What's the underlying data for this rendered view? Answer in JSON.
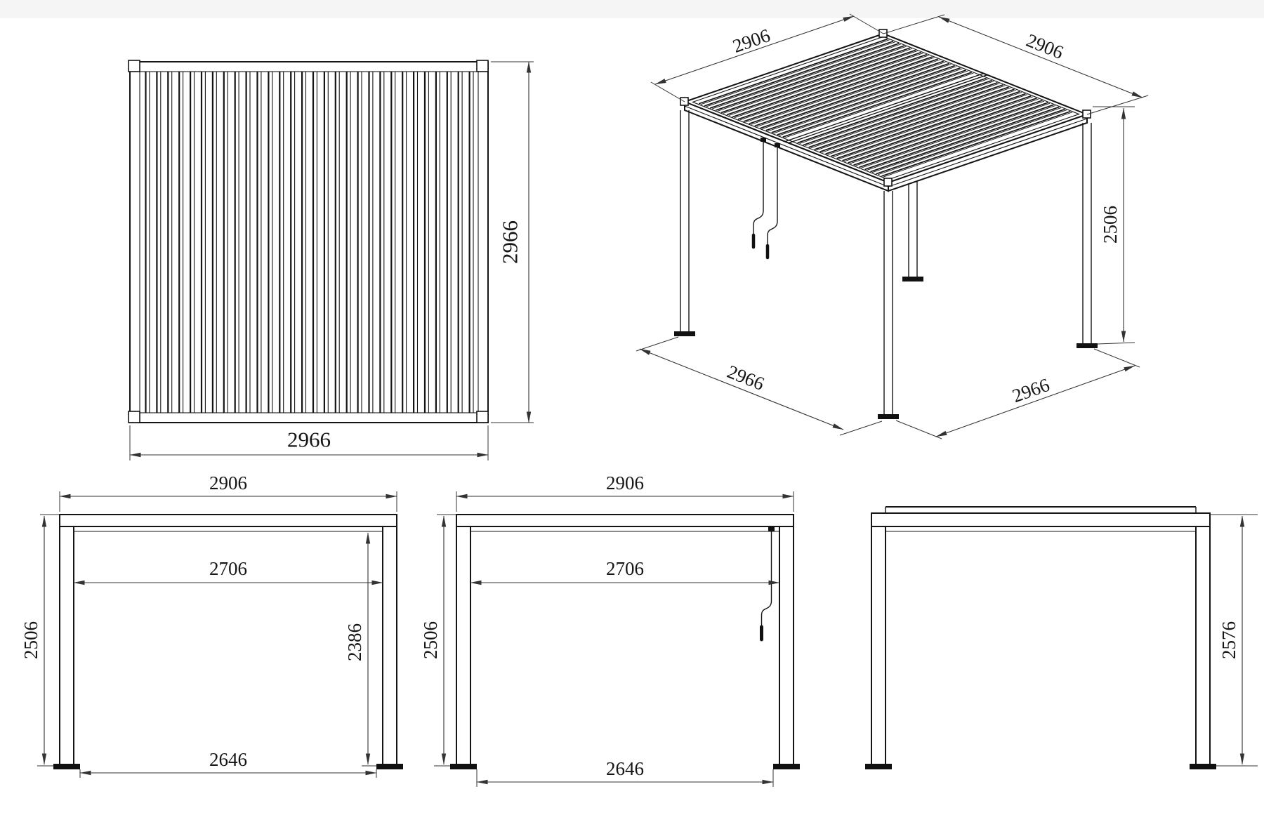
{
  "page": {
    "background": "#ffffff",
    "line_color": "#141414",
    "dim_color": "#333333"
  },
  "drawing": {
    "top_view": {
      "width": "2966",
      "depth": "2966"
    },
    "isometric_view": {
      "roof_edge_left": "2906",
      "roof_edge_right": "2906",
      "post_height": "2506",
      "base_edge_left": "2966",
      "base_edge_right": "2966"
    },
    "front_elevation": {
      "overall_width": "2906",
      "clear_width": "2706",
      "post_height": "2506",
      "clear_height": "2386",
      "base_width": "2646"
    },
    "side_elevation": {
      "overall_width": "2906",
      "clear_width": "2706",
      "post_height": "2506",
      "base_width": "2646"
    },
    "end_elevation": {
      "overall_height": "2576"
    }
  }
}
